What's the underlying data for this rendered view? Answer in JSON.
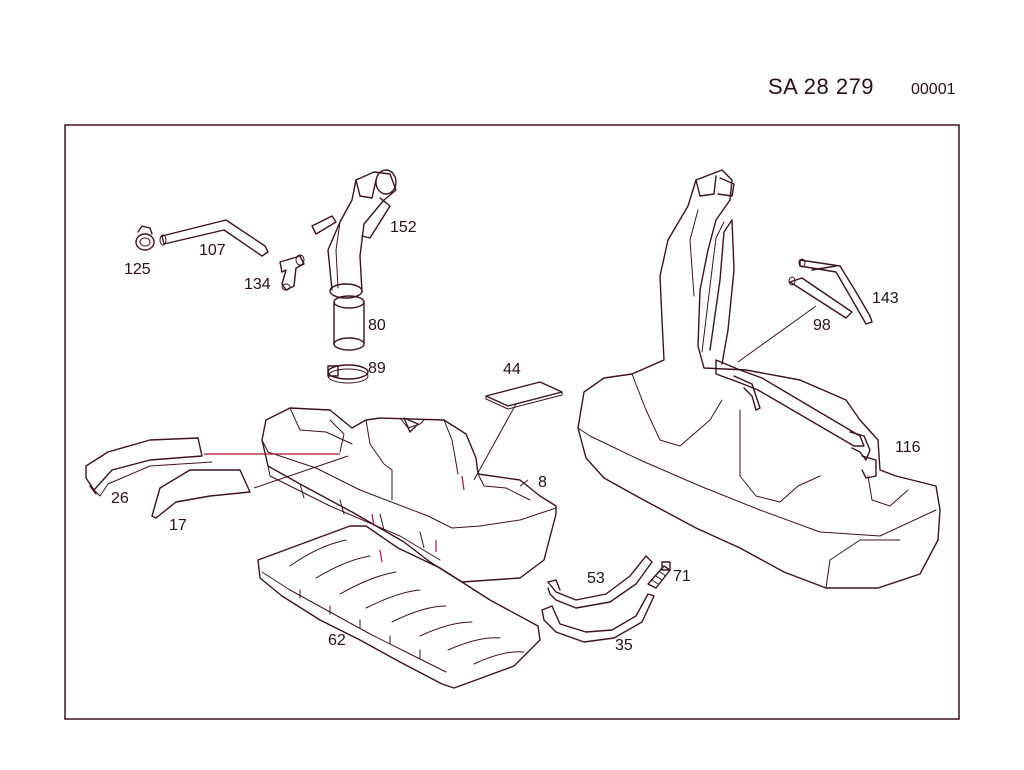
{
  "header": {
    "code": "SA   28 279",
    "sheet": "00001"
  },
  "colors": {
    "line": "#3d1222",
    "accent": "#b3122e",
    "background": "#ffffff"
  },
  "parts": [
    {
      "id": "p125",
      "label": "125",
      "name": "hose clamp"
    },
    {
      "id": "p107",
      "label": "107",
      "name": "vent hose"
    },
    {
      "id": "p134",
      "label": "134",
      "name": "connector"
    },
    {
      "id": "p152",
      "label": "152",
      "name": "filler neck"
    },
    {
      "id": "p80",
      "label": "80",
      "name": "hose"
    },
    {
      "id": "p89",
      "label": "89",
      "name": "clamp"
    },
    {
      "id": "p44",
      "label": "44",
      "name": "pad"
    },
    {
      "id": "p8",
      "label": "8",
      "name": "fuel tank"
    },
    {
      "id": "p26",
      "label": "26",
      "name": "shield"
    },
    {
      "id": "p17",
      "label": "17",
      "name": "shield"
    },
    {
      "id": "p62",
      "label": "62",
      "name": "underbody guard"
    },
    {
      "id": "p53",
      "label": "53",
      "name": "tank strap"
    },
    {
      "id": "p35",
      "label": "35",
      "name": "tank strap"
    },
    {
      "id": "p71",
      "label": "71",
      "name": "bolt"
    },
    {
      "id": "p143",
      "label": "143",
      "name": "line"
    },
    {
      "id": "p98",
      "label": "98",
      "name": "line"
    },
    {
      "id": "p116",
      "label": "116",
      "name": "valve"
    }
  ]
}
